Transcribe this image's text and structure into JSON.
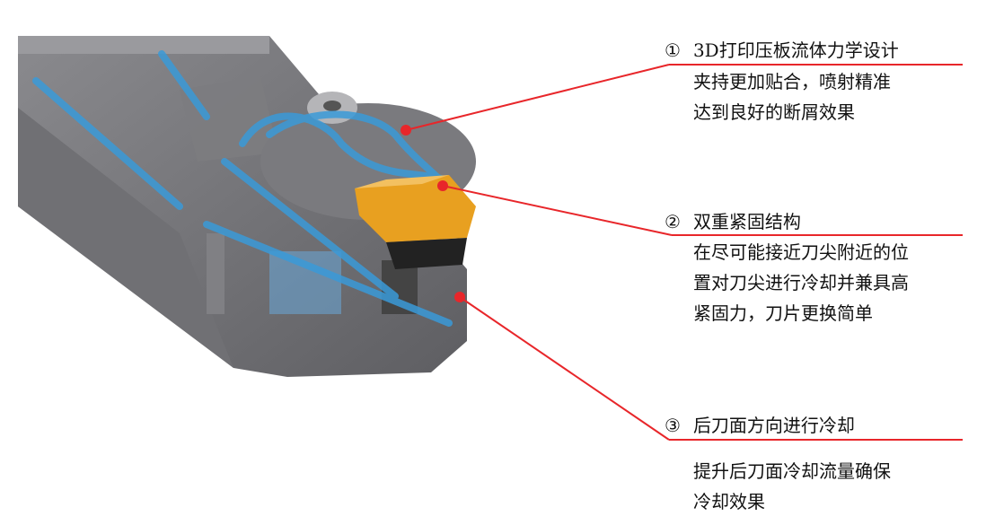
{
  "callouts": [
    {
      "number": "①",
      "title": "3D打印压板流体力学设计",
      "lines": [
        "夹持更加贴合，喷射精准",
        "达到良好的断屑效果"
      ]
    },
    {
      "number": "②",
      "title": "双重紧固结构",
      "lines": [
        "在尽可能接近刀尖附近的位",
        "置对刀尖进行冷却并兼具高",
        "紧固力，刀片更换简单"
      ]
    },
    {
      "number": "③",
      "title": "后刀面方向进行冷却",
      "lines": [
        "提升后刀面冷却流量确保",
        "冷却效果"
      ]
    }
  ],
  "colors": {
    "leader": "#e8262a",
    "body": "#6e6e72",
    "coolant": "#3a9ad8",
    "insert": "#e8a020"
  }
}
